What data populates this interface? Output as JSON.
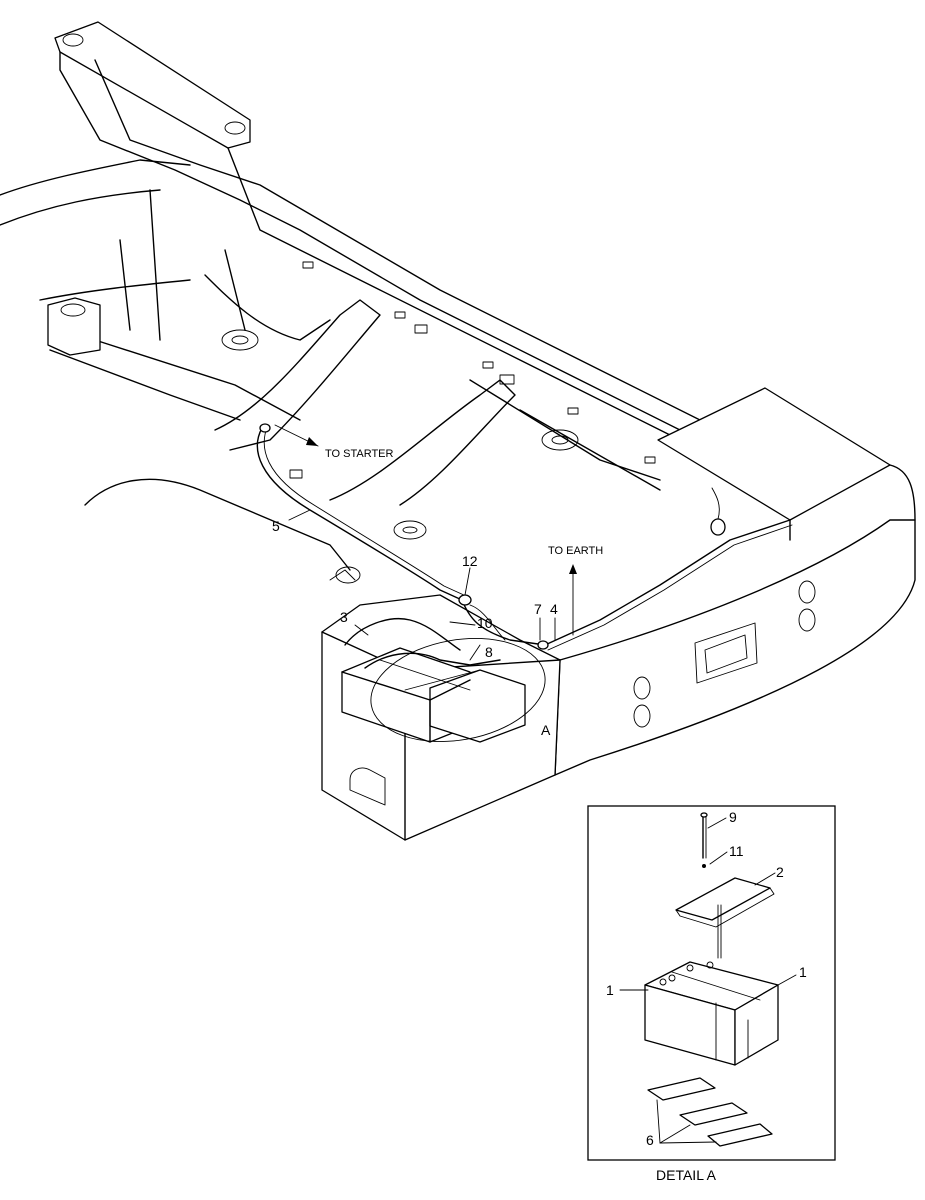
{
  "annotations": {
    "to_starter": "TO STARTER",
    "to_earth": "TO EARTH",
    "detail_marker": "A"
  },
  "callouts": {
    "c3": "3",
    "c4": "4",
    "c5": "5",
    "c7": "7",
    "c8": "8",
    "c10": "10",
    "c12": "12"
  },
  "detail": {
    "title": "DETAIL A",
    "callouts": {
      "c9": "9",
      "c11": "11",
      "c2": "2",
      "c1_left": "1",
      "c1_right": "1",
      "c6": "6"
    }
  }
}
